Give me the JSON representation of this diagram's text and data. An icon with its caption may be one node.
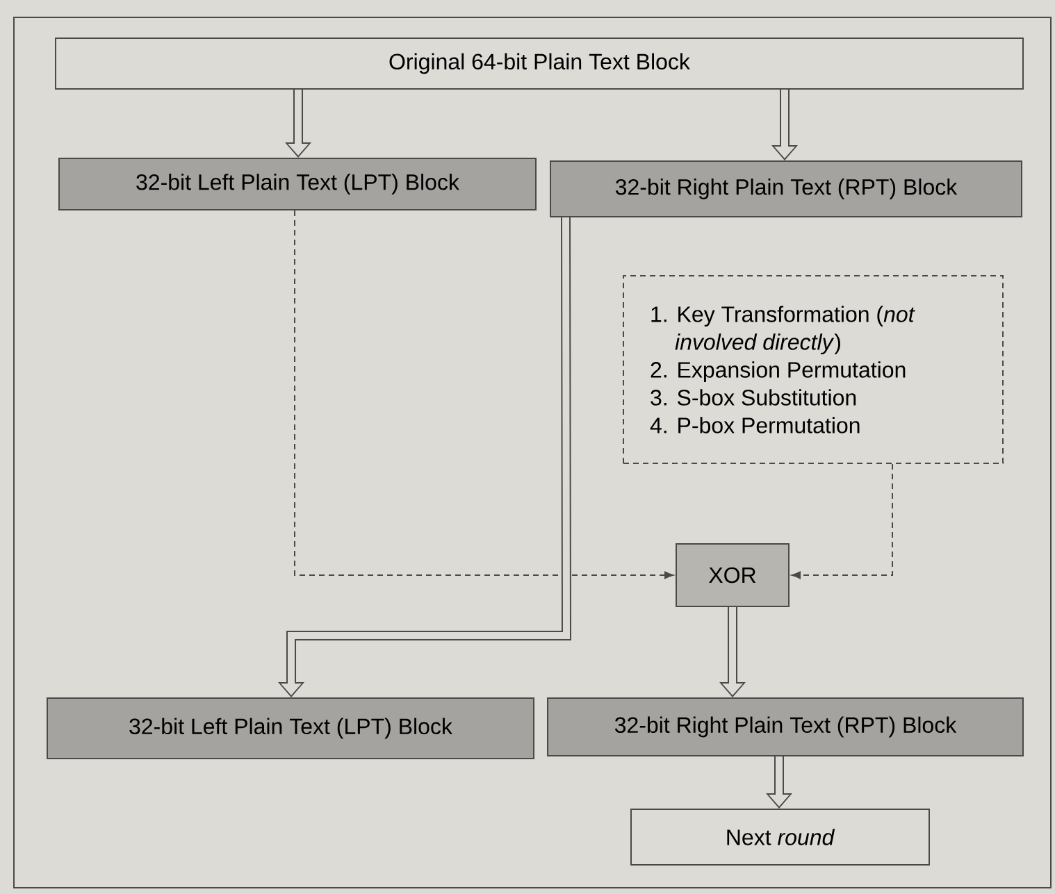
{
  "diagram": {
    "nodes": [
      {
        "text": [
          "Original 64-bit Plain Text Block"
        ]
      },
      {
        "text": [
          "32-bit Left Plain Text (LPT) Block"
        ]
      },
      {
        "text": [
          "32-bit Right Plain Text (RPT) Block"
        ]
      },
      {
        "text": [
          "1. Key Transformation (*not involved directly*)",
          "2. Expansion Permutation",
          "3. S-box Substitution",
          "4. P-box Permutation"
        ]
      },
      {
        "text": [
          "XOR"
        ]
      },
      {
        "text": [
          "32-bit Left Plain Text (LPT) Block"
        ]
      },
      {
        "text": [
          "32-bit Right Plain Text (RPT) Block"
        ]
      },
      {
        "text": [
          "Next *round*"
        ]
      }
    ],
    "edges": [
      {
        "from": 0,
        "to": 1,
        "arrow": "to"
      },
      {
        "from": 0,
        "to": 2,
        "arrow": "to"
      },
      {
        "from": 1,
        "to": 4,
        "arrow": "to",
        "style": "dashed",
        "color": "#4a4a48"
      },
      {
        "from": 3,
        "to": 4,
        "arrow": "to",
        "style": "dashed",
        "color": "#4a4a48"
      },
      {
        "from": 2,
        "to": 5,
        "arrow": "to"
      },
      {
        "from": 4,
        "to": 6,
        "arrow": "to"
      },
      {
        "from": 6,
        "to": 7,
        "arrow": "to"
      }
    ]
  }
}
